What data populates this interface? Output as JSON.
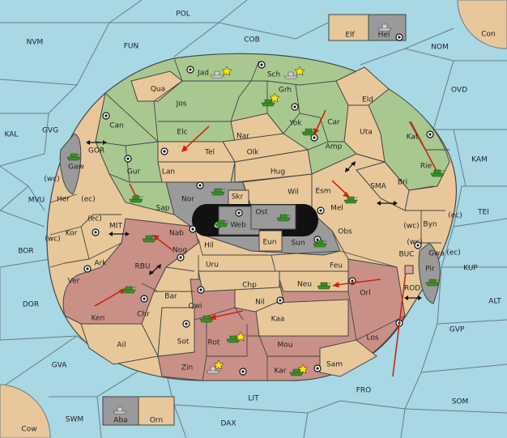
{
  "colors": {
    "sea": "#a7d8e4",
    "neutral": "#e8c89a",
    "green": "#a8c890",
    "red": "#c99088",
    "gray": "#9a9a9a",
    "black": "#111111",
    "border": "#6c7c80",
    "arrow": "#d2230f"
  },
  "sea_labels": {
    "pol": "POL",
    "nvm": "NVM",
    "fun": "FUN",
    "cob": "COB",
    "nom": "NOM",
    "kal": "KAL",
    "gvg": "GVG",
    "ovd": "OVD",
    "kam": "KAM",
    "tei": "TEI",
    "mvu": "MVU",
    "bor": "BOR",
    "dor": "DOR",
    "gva": "GVA",
    "swm": "SWM",
    "lit": "LIT",
    "dax": "DAX",
    "fro": "FRO",
    "som": "SOM",
    "gvp": "GVP",
    "alt": "ALT",
    "kup": "KUP",
    "sma": "SMA",
    "mit": "MIT",
    "rbu": "RBU",
    "gor": "GOR",
    "buc": "BUC",
    "rod": "ROD"
  },
  "island_labels": {
    "con": "Con",
    "elf": "Elf",
    "hel": "Hel",
    "cow": "Cow",
    "aba": "Aba",
    "orn": "Orn"
  },
  "land_labels": {
    "jad": "Jad",
    "sch": "Sch",
    "qua": "Qua",
    "grh": "Grh",
    "eld": "Eld",
    "jos": "Jos",
    "can": "Can",
    "yok": "Yok",
    "car": "Car",
    "uta": "Uta",
    "kat": "Kat",
    "elc": "Elc",
    "nar": "Nar",
    "tel": "Tel",
    "amp": "Amp",
    "olk": "Olk",
    "rie": "Rie",
    "gaw": "Gaw",
    "gur": "Gur",
    "lan": "Lan",
    "hug": "Hug",
    "bri": "Bri",
    "wil": "Wil",
    "esm": "Esm",
    "nor": "Nor",
    "skr": "Skr",
    "ost": "Ost",
    "sap": "Sap",
    "web": "Web",
    "mel": "Mel",
    "byn": "Byn",
    "her": "Her",
    "kor": "Kor",
    "nab": "Nab",
    "eun": "Eun",
    "hil": "Hil",
    "sun": "Sun",
    "obs": "Obs",
    "gwa": "Gwa",
    "nog": "Nog",
    "ark": "Ark",
    "uru": "Uru",
    "feu": "Feu",
    "pir": "Pir",
    "ver": "Ver",
    "chp": "Chp",
    "neu": "Neu",
    "orl": "Orl",
    "bar": "Bar",
    "qwi": "Qwi",
    "nil": "Nil",
    "ken": "Ken",
    "chr": "Chr",
    "kaa": "Kaa",
    "sot": "Sot",
    "rot": "Rot",
    "los": "Los",
    "ail": "Ail",
    "mou": "Mou",
    "zin": "Zin",
    "kar": "Kar",
    "sam": "Sam"
  },
  "coast_labels": {
    "wc1": "(wc)",
    "ec1": "(ec)",
    "ec2": "(ec)",
    "wc2": "(wc)",
    "wc3": "(wc)",
    "ec3": "(ec)",
    "wc4": "(wc)",
    "ec4": "(ec)"
  }
}
